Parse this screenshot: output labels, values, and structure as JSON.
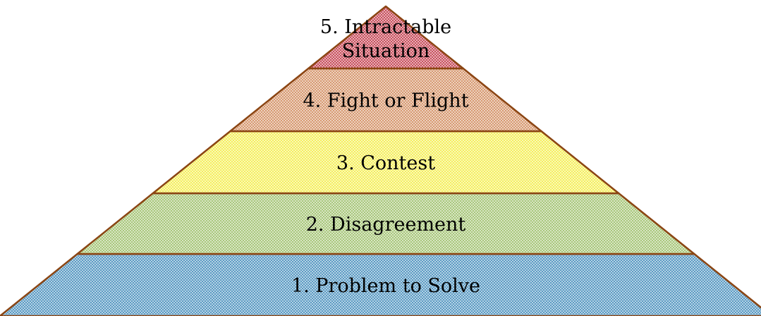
{
  "pyramid": {
    "outline_color": "#8b4513",
    "levels": [
      {
        "label": "1. Problem to Solve",
        "color": "#5c9bc4"
      },
      {
        "label": "2. Disagreement",
        "color": "#a9c77c"
      },
      {
        "label": "3. Contest",
        "color": "#f5ef5f"
      },
      {
        "label": "4. Fight or Flight",
        "color": "#d79a72"
      },
      {
        "label": "5. Intractable Situation",
        "lines": [
          "5. Intractable",
          "Situation"
        ],
        "color": "#c8505e"
      }
    ]
  }
}
